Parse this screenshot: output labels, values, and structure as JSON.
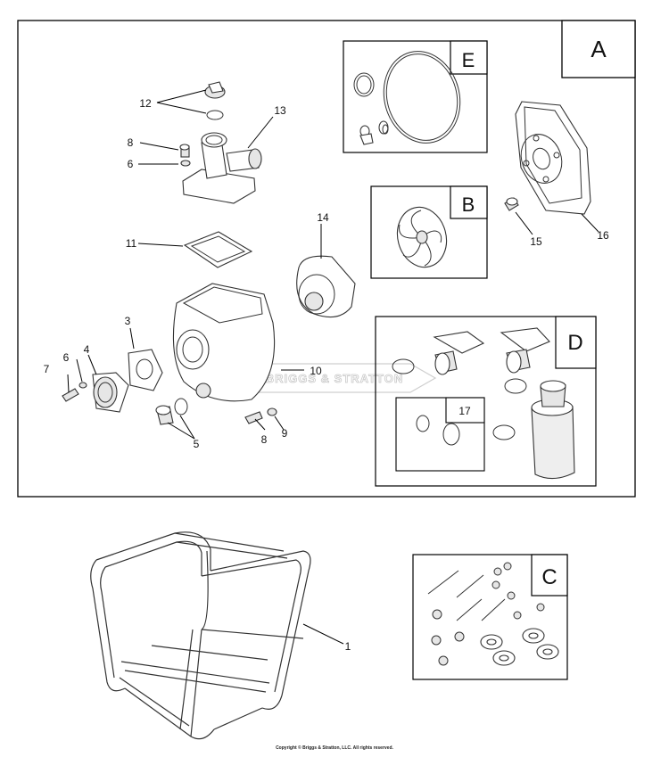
{
  "callouts": {
    "c1": "1",
    "c3": "3",
    "c4": "4",
    "c5": "5",
    "c6a": "6",
    "c6b": "6",
    "c7": "7",
    "c8a": "8",
    "c8b": "8",
    "c9": "9",
    "c10": "10",
    "c11": "11",
    "c12": "12",
    "c13": "13",
    "c14": "14",
    "c15": "15",
    "c16": "16",
    "c17": "17"
  },
  "kits": {
    "a": "A",
    "b": "B",
    "c": "C",
    "d": "D",
    "e": "E"
  },
  "watermark": "BRIGGS & STRATTON",
  "copyright": "Copyright © Briggs & Stratton, LLC. All rights reserved."
}
